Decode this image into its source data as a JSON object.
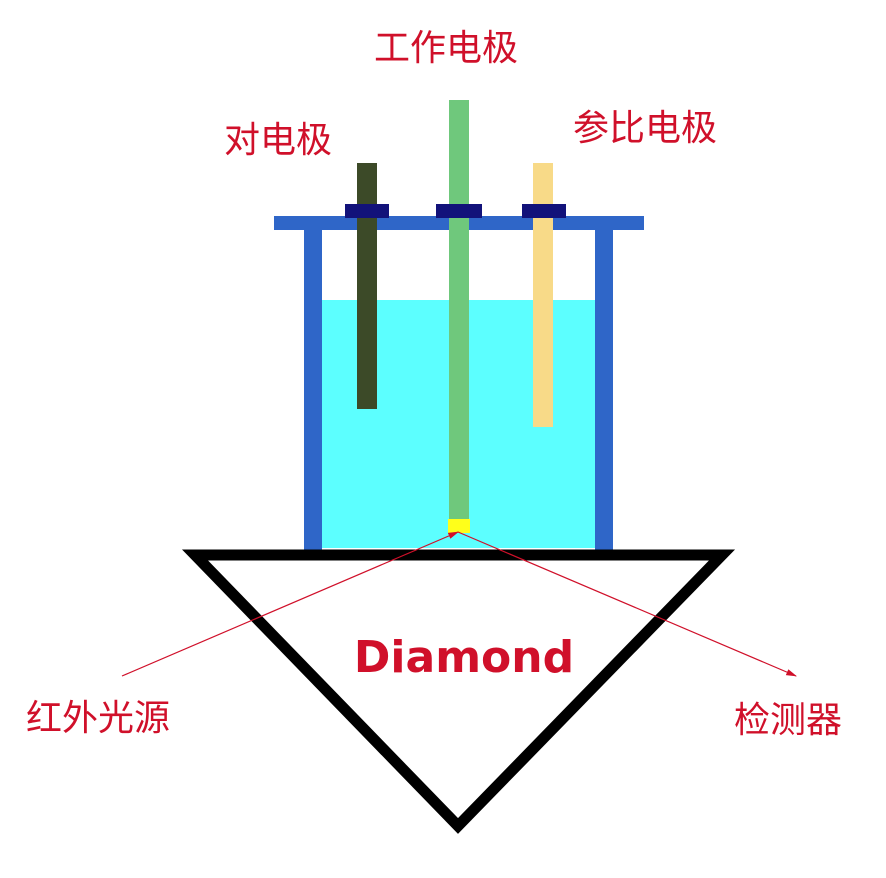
{
  "labels": {
    "working_electrode": "工作电极",
    "counter_electrode": "对电极",
    "reference_electrode": "参比电极",
    "ir_source": "红外光源",
    "detector": "检测器",
    "prism": "Diamond"
  },
  "colors": {
    "label_text": "#d0102a",
    "beam": "#d0102a",
    "cell_frame": "#2f66c8",
    "electrolyte": "#5cffff",
    "working_electrode": "#6fc87c",
    "counter_electrode": "#3c4a28",
    "reference_electrode": "#f8da88",
    "electrode_clamp": "#12127a",
    "electrode_tip": "#ffff1a",
    "prism_outline": "#000000"
  }
}
